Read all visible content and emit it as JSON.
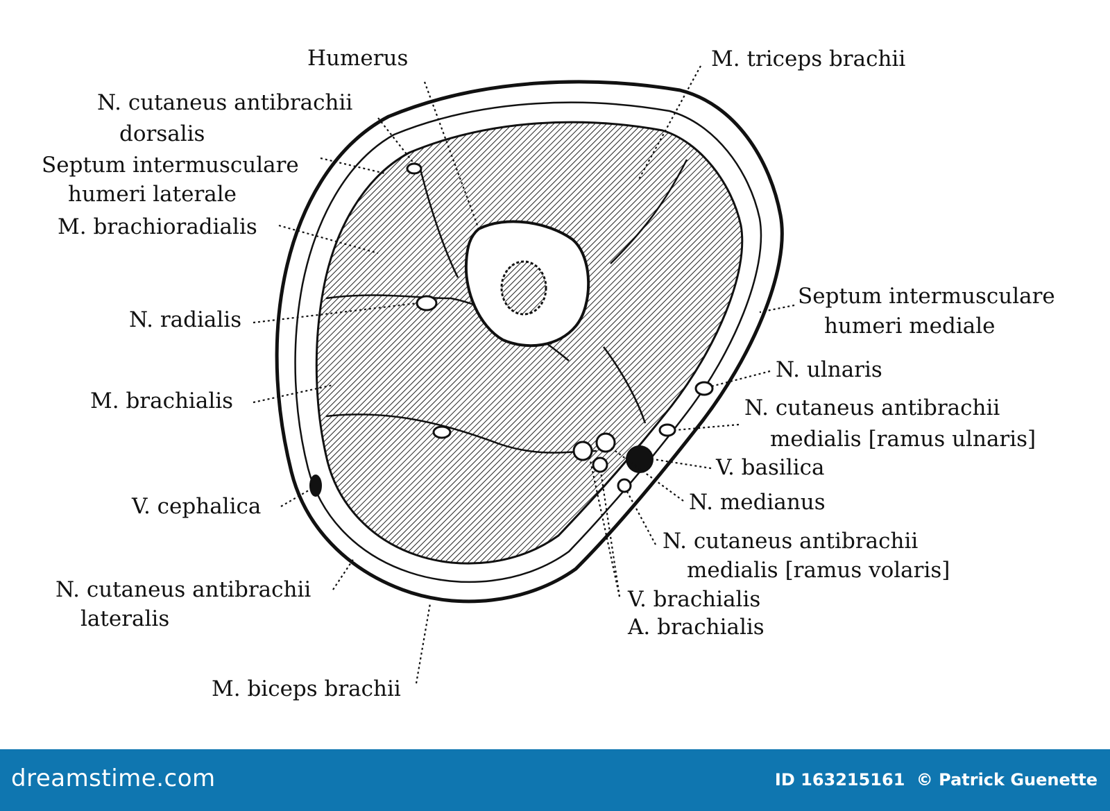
{
  "labels": {
    "humerus": "Humerus",
    "triceps": "M. triceps brachii",
    "cut_dorsalis_1": "N. cutaneus antibrachii",
    "cut_dorsalis_2": "dorsalis",
    "septum_lat_1": "Septum intermusculare",
    "septum_lat_2": "humeri laterale",
    "brachioradialis": "M. brachioradialis",
    "septum_med_1": "Septum intermusculare",
    "septum_med_2": "humeri mediale",
    "radialis": "N. radialis",
    "ulnaris": "N. ulnaris",
    "cut_med_uln_1": "N. cutaneus antibrachii",
    "cut_med_uln_2": "medialis [ramus ulnaris]",
    "brachialis_m": "M. brachialis",
    "basilica": "V. basilica",
    "cephalica": "V. cephalica",
    "medianus": "N. medianus",
    "cut_med_vol_1": "N. cutaneus antibrachii",
    "cut_med_vol_2": "medialis [ramus volaris]",
    "cut_lat_1": "N. cutaneus antibrachii",
    "cut_lat_2": "lateralis",
    "v_brachialis": "V. brachialis",
    "a_brachialis": "A. brachialis",
    "biceps": "M. biceps brachii"
  },
  "footer": {
    "brand": "dreamstime.com",
    "id_text": "ID 163215161",
    "copyright": "© Patrick Guenette"
  },
  "colors": {
    "footer_bg": "#0f76b0",
    "ink": "#111111"
  }
}
